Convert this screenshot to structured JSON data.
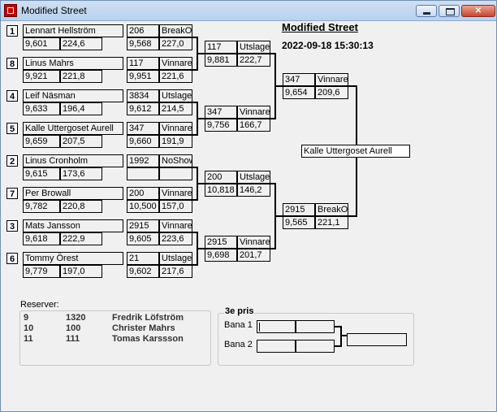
{
  "window": {
    "title": "Modified Street"
  },
  "header": {
    "title": "Modified Street",
    "datetime": "2022-09-18 15:30:13"
  },
  "round1": [
    {
      "seed": "1",
      "name": "Lennart Hellström",
      "t": "9,601",
      "s": "224,6",
      "car": "206",
      "res": "BreakOut",
      "rt": "9,568",
      "rs": "227,0"
    },
    {
      "seed": "8",
      "name": "Linus Mahrs",
      "t": "9,921",
      "s": "221,8",
      "car": "117",
      "res": "Vinnare",
      "rt": "9,951",
      "rs": "221,6"
    },
    {
      "seed": "4",
      "name": "Leif Näsman",
      "t": "9,633",
      "s": "196,4",
      "car": "3834",
      "res": "Utslagen",
      "rt": "9,612",
      "rs": "214,5"
    },
    {
      "seed": "5",
      "name": "Kalle Uttergoset Aurell",
      "t": "9,659",
      "s": "207,5",
      "car": "347",
      "res": "Vinnare",
      "rt": "9,660",
      "rs": "191,9"
    },
    {
      "seed": "2",
      "name": "Linus Cronholm",
      "t": "9,615",
      "s": "173,6",
      "car": "1992",
      "res": "NoShow",
      "rt": "",
      "rs": ""
    },
    {
      "seed": "7",
      "name": "Per Browall",
      "t": "9,782",
      "s": "220,8",
      "car": "200",
      "res": "Vinnare",
      "rt": "10,500",
      "rs": "157,0"
    },
    {
      "seed": "3",
      "name": "Mats Jansson",
      "t": "9,618",
      "s": "222,9",
      "car": "2915",
      "res": "Vinnare",
      "rt": "9,605",
      "rs": "223,6"
    },
    {
      "seed": "6",
      "name": "Tommy Örest",
      "t": "9,779",
      "s": "197,0",
      "car": "21",
      "res": "Utslagen",
      "rt": "9,602",
      "rs": "217,6"
    }
  ],
  "round2": [
    {
      "car": "117",
      "res": "Utslagen",
      "t": "9,881",
      "s": "222,7"
    },
    {
      "car": "347",
      "res": "Vinnare",
      "t": "9,756",
      "s": "166,7"
    },
    {
      "car": "200",
      "res": "Utslagen",
      "t": "10,818",
      "s": "146,2"
    },
    {
      "car": "2915",
      "res": "Vinnare",
      "t": "9,698",
      "s": "201,7"
    }
  ],
  "round3": [
    {
      "car": "347",
      "res": "Vinnare",
      "t": "9,654",
      "s": "209,6"
    },
    {
      "car": "2915",
      "res": "BreakOut",
      "t": "9,565",
      "s": "221,1"
    }
  ],
  "winner": "Kalle Uttergoset Aurell",
  "reserves": {
    "label": "Reserver:",
    "rows": [
      {
        "num": "9",
        "car": "1320",
        "name": "Fredrik Löfström"
      },
      {
        "num": "10",
        "car": "100",
        "name": "Christer Mahrs"
      },
      {
        "num": "11",
        "car": "111",
        "name": "Tomas Karssson"
      }
    ]
  },
  "third_place": {
    "label": "3e pris",
    "lane1": "Bana 1",
    "lane2": "Bana 2"
  }
}
